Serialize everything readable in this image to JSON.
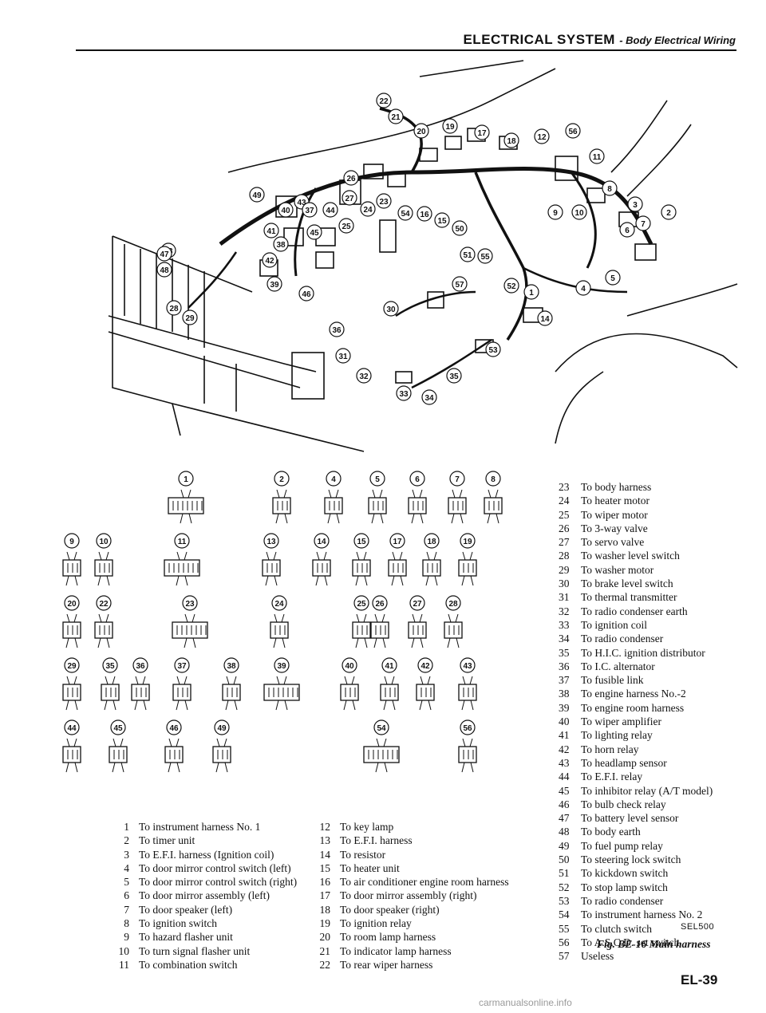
{
  "header": {
    "title": "ELECTRICAL SYSTEM",
    "subtitle": "- Body Electrical Wiring"
  },
  "legend_left": [
    {
      "num": "1",
      "text": "To instrument harness No. 1"
    },
    {
      "num": "2",
      "text": "To timer unit"
    },
    {
      "num": "3",
      "text": "To E.F.I. harness (Ignition coil)"
    },
    {
      "num": "4",
      "text": "To door mirror control switch (left)"
    },
    {
      "num": "5",
      "text": "To door mirror control switch (right)"
    },
    {
      "num": "6",
      "text": "To door mirror assembly (left)"
    },
    {
      "num": "7",
      "text": "To door speaker (left)"
    },
    {
      "num": "8",
      "text": "To ignition switch"
    },
    {
      "num": "9",
      "text": "To hazard flasher unit"
    },
    {
      "num": "10",
      "text": "To turn signal flasher unit"
    },
    {
      "num": "11",
      "text": "To combination switch"
    }
  ],
  "legend_mid": [
    {
      "num": "12",
      "text": "To key lamp"
    },
    {
      "num": "13",
      "text": "To E.F.I. harness"
    },
    {
      "num": "14",
      "text": "To resistor"
    },
    {
      "num": "15",
      "text": "To heater unit"
    },
    {
      "num": "16",
      "text": "To air conditioner engine room harness"
    },
    {
      "num": "17",
      "text": "To door mirror assembly (right)"
    },
    {
      "num": "18",
      "text": "To door speaker (right)"
    },
    {
      "num": "19",
      "text": "To ignition relay"
    },
    {
      "num": "20",
      "text": "To room lamp harness"
    },
    {
      "num": "21",
      "text": "To indicator lamp harness"
    },
    {
      "num": "22",
      "text": "To rear wiper harness"
    }
  ],
  "legend_right": [
    {
      "num": "23",
      "text": "To body harness"
    },
    {
      "num": "24",
      "text": "To heater motor"
    },
    {
      "num": "25",
      "text": "To wiper motor"
    },
    {
      "num": "26",
      "text": "To 3-way valve"
    },
    {
      "num": "27",
      "text": "To servo valve"
    },
    {
      "num": "28",
      "text": "To washer level switch"
    },
    {
      "num": "29",
      "text": "To washer motor"
    },
    {
      "num": "30",
      "text": "To brake level switch"
    },
    {
      "num": "31",
      "text": "To thermal transmitter"
    },
    {
      "num": "32",
      "text": "To radio condenser earth"
    },
    {
      "num": "33",
      "text": "To ignition coil"
    },
    {
      "num": "34",
      "text": "To radio condenser"
    },
    {
      "num": "35",
      "text": "To H.I.C. ignition distributor"
    },
    {
      "num": "36",
      "text": "To I.C. alternator"
    },
    {
      "num": "37",
      "text": "To fusible link"
    },
    {
      "num": "38",
      "text": "To engine harness No.-2"
    },
    {
      "num": "39",
      "text": "To engine room harness"
    },
    {
      "num": "40",
      "text": "To wiper amplifier"
    },
    {
      "num": "41",
      "text": "To lighting relay"
    },
    {
      "num": "42",
      "text": "To horn relay"
    },
    {
      "num": "43",
      "text": "To headlamp sensor"
    },
    {
      "num": "44",
      "text": "To E.F.I. relay"
    },
    {
      "num": "45",
      "text": "To inhibitor relay (A/T model)"
    },
    {
      "num": "46",
      "text": "To bulb check relay"
    },
    {
      "num": "47",
      "text": "To battery level sensor"
    },
    {
      "num": "48",
      "text": "To body earth"
    },
    {
      "num": "49",
      "text": "To fuel pump relay"
    },
    {
      "num": "50",
      "text": "To steering lock switch"
    },
    {
      "num": "51",
      "text": "To kickdown switch"
    },
    {
      "num": "52",
      "text": "To stop lamp switch"
    },
    {
      "num": "53",
      "text": "To radio condenser"
    },
    {
      "num": "54",
      "text": "To instrument harness No. 2"
    },
    {
      "num": "55",
      "text": "To clutch switch"
    },
    {
      "num": "56",
      "text": "To A.S.C.D. set switch"
    },
    {
      "num": "57",
      "text": "Useless"
    }
  ],
  "figure_code": "SEL500",
  "caption": "Fig. BE-16 Main harness",
  "page_number": "EL-39",
  "watermark": "carmanualsonline.info",
  "diagram_labels": [
    "22",
    "21",
    "20",
    "19",
    "17",
    "18",
    "12",
    "56",
    "11",
    "8",
    "3",
    "2",
    "7",
    "26",
    "27",
    "23",
    "49",
    "43",
    "40",
    "37",
    "44",
    "24",
    "54",
    "16",
    "15",
    "50",
    "9",
    "10",
    "6",
    "5",
    "4",
    "1",
    "14",
    "13",
    "38",
    "41",
    "45",
    "42",
    "47",
    "48",
    "39",
    "46",
    "28",
    "29",
    "30",
    "36",
    "25",
    "31",
    "32",
    "33",
    "34",
    "35",
    "53",
    "57",
    "52",
    "51",
    "55"
  ],
  "connector_labels": [
    "1",
    "2",
    "4",
    "5",
    "6",
    "7",
    "8",
    "9",
    "10",
    "11",
    "13",
    "14",
    "15",
    "17",
    "18",
    "19",
    "20",
    "22",
    "23",
    "24",
    "25",
    "26",
    "27",
    "28",
    "29",
    "35",
    "36",
    "37",
    "38",
    "39",
    "40",
    "41",
    "42",
    "43",
    "44",
    "45",
    "46",
    "49",
    "54",
    "56"
  ]
}
